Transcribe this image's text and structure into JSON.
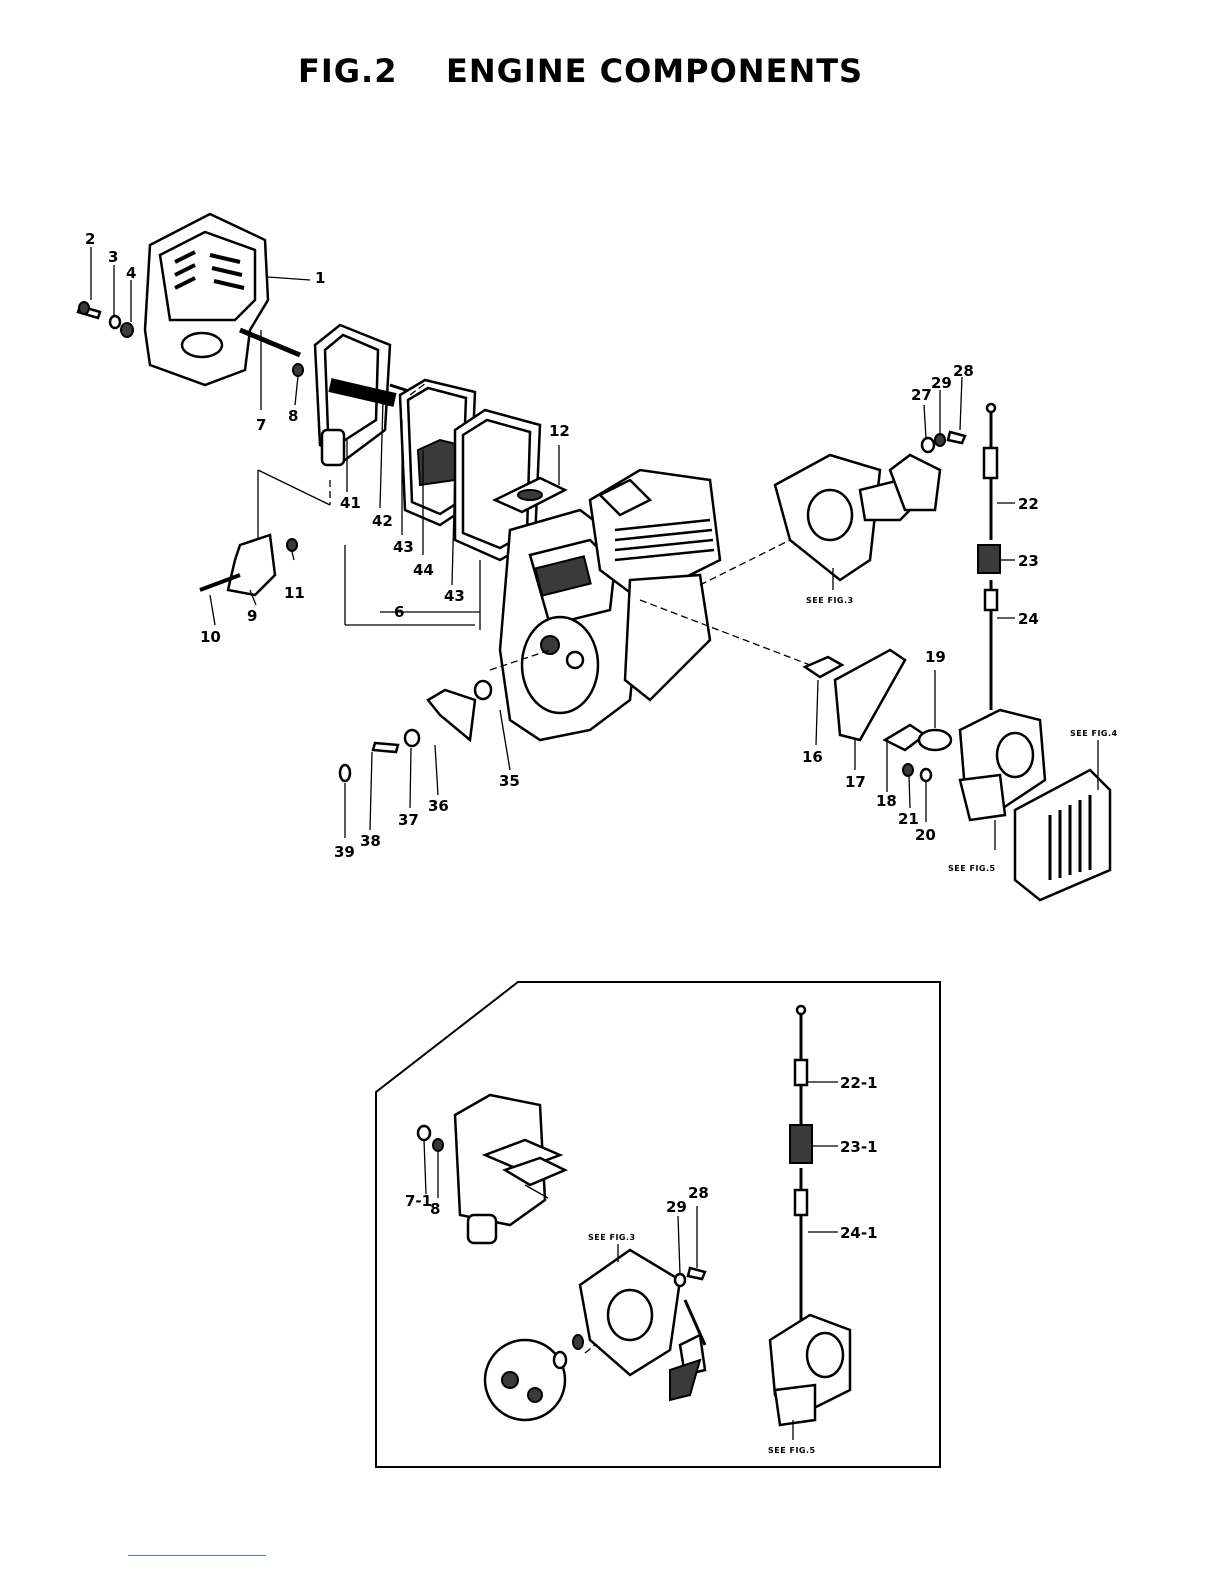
{
  "title": "FIG.2    ENGINE COMPONENTS",
  "see_notes": {
    "fig3": "SEE FIG.3",
    "fig4": "SEE FIG.4",
    "fig5": "SEE FIG.5",
    "inset_fig3": "SEE FIG.3",
    "inset_fig5": "SEE FIG.5"
  },
  "labels": {
    "p1": "1",
    "p2": "2",
    "p3": "3",
    "p4": "4",
    "p6": "6",
    "p7": "7",
    "p8": "8",
    "p9": "9",
    "p10": "10",
    "p11": "11",
    "p12": "12",
    "p16": "16",
    "p17": "17",
    "p18": "18",
    "p19": "19",
    "p20": "20",
    "p21": "21",
    "p22": "22",
    "p23": "23",
    "p24": "24",
    "p27": "27",
    "p28": "28",
    "p29": "29",
    "p35": "35",
    "p36": "36",
    "p37": "37",
    "p38": "38",
    "p39": "39",
    "p41": "41",
    "p42": "42",
    "p43a": "43",
    "p43b": "43",
    "p44": "44"
  },
  "inset_labels": {
    "p22_1": "22-1",
    "p23_1": "23-1",
    "p24_1": "24-1",
    "p28": "28",
    "p29": "29",
    "p7_1": "7-1",
    "p8": "8"
  }
}
